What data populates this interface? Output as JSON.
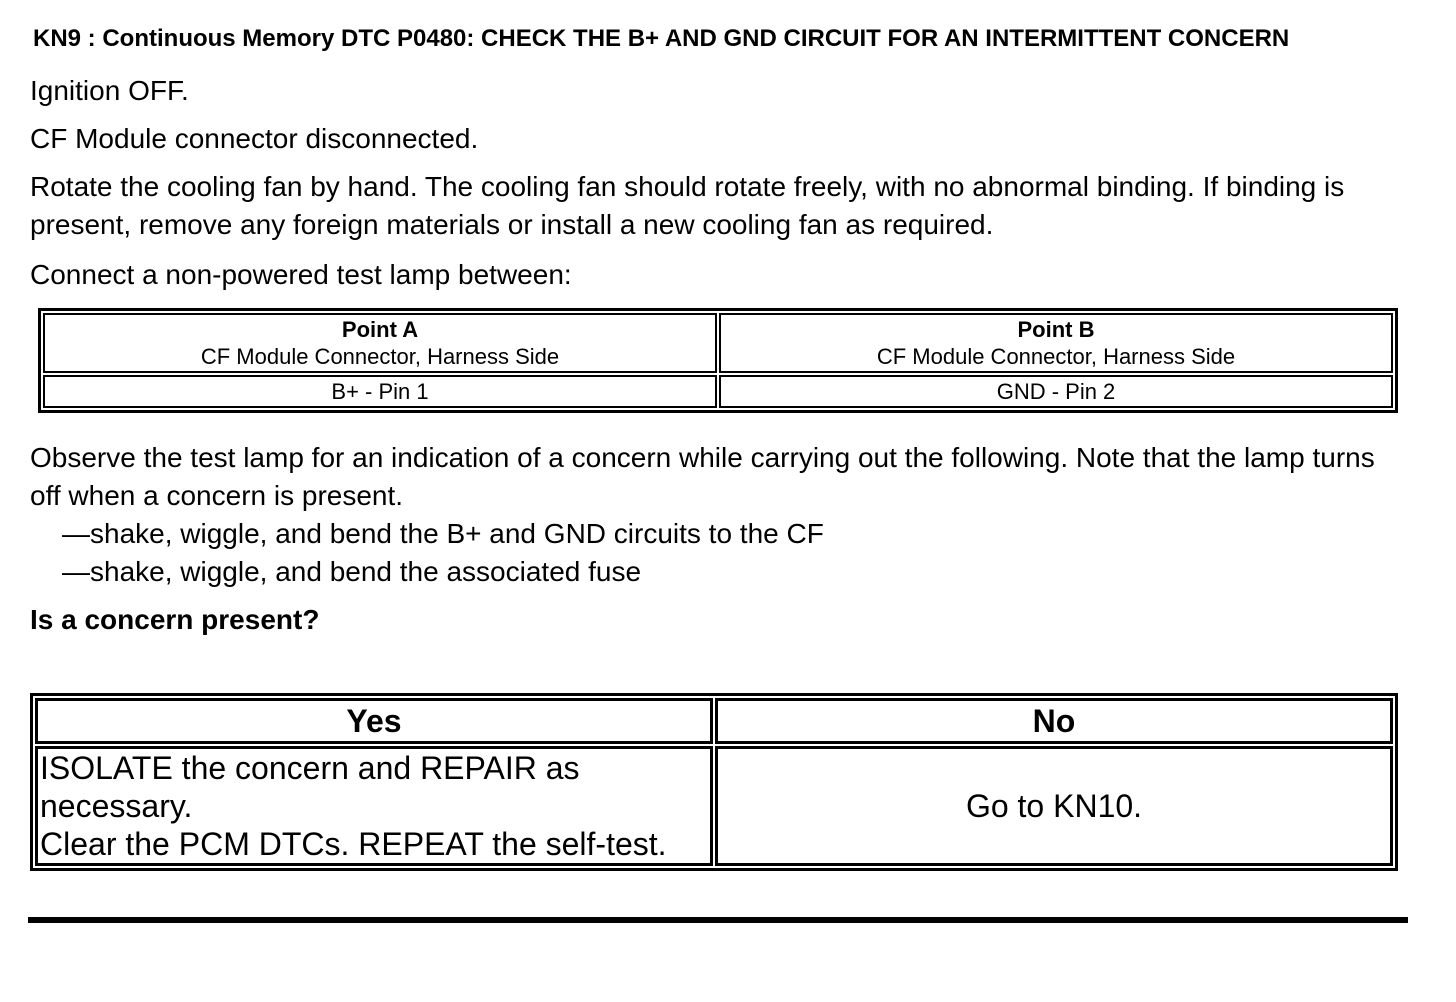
{
  "colors": {
    "text": "#000000",
    "background": "#ffffff",
    "table_border": "#000000"
  },
  "procedure": {
    "heading": "KN9 : Continuous Memory DTC P0480: CHECK THE B+ AND GND CIRCUIT FOR AN INTERMITTENT CONCERN",
    "step_ignition": "Ignition OFF.",
    "step_connector": "CF Module connector disconnected.",
    "step_rotate_fan": "Rotate the cooling fan by hand. The cooling fan should rotate freely, with no abnormal binding. If binding is present, remove any foreign materials or install a new cooling fan as required.",
    "step_connect_lamp": "Connect a non-powered test lamp between:",
    "observe_note": "Observe the test lamp for an indication of a concern while carrying out the following. Note that the lamp turns off when a concern is present.",
    "observe_actions": [
      "—shake, wiggle, and bend the B+ and GND circuits to the CF",
      "—shake, wiggle, and bend the associated fuse"
    ],
    "question": "Is a concern present?"
  },
  "test_lamp_table": {
    "point_a": {
      "title": "Point A",
      "subtitle": "CF Module Connector, Harness Side",
      "pin": "B+ - Pin 1"
    },
    "point_b": {
      "title": "Point B",
      "subtitle": "CF Module Connector, Harness Side",
      "pin": "GND - Pin 2"
    }
  },
  "decision_table": {
    "yes_label": "Yes",
    "no_label": "No",
    "yes_action_sentence1": "ISOLATE the concern and REPAIR as necessary.",
    "yes_action_sentence2": "Clear the PCM DTCs. REPEAT the self-test.",
    "no_action": "Go to KN10."
  }
}
